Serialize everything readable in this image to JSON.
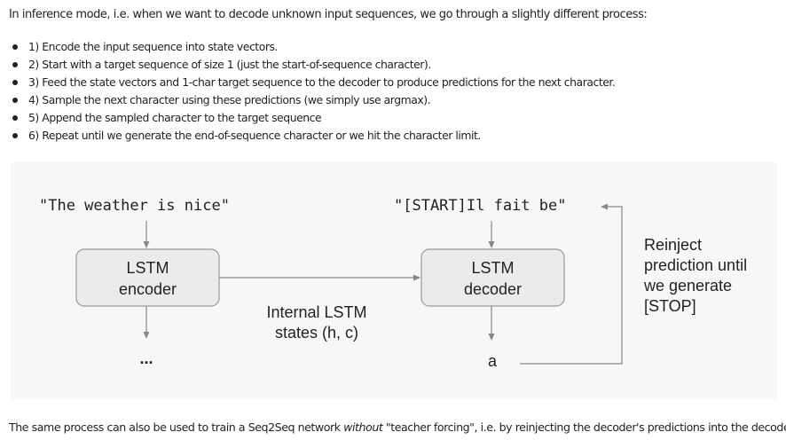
{
  "intro": "In inference mode, i.e. when we want to decode unknown input sequences, we go through a slightly different process:",
  "steps": [
    "1) Encode the input sequence into state vectors.",
    "2) Start with a target sequence of size 1 (just the start-of-sequence character).",
    "3) Feed the state vectors and 1-char target sequence to the decoder to produce predictions for the next character.",
    "4) Sample the next character using these predictions (we simply use argmax).",
    "5) Append the sampled character to the target sequence",
    "6) Repeat until we generate the end-of-sequence character or we hit the character limit."
  ],
  "diagram": {
    "encoder_input": "\"The weather is nice\"",
    "decoder_input": "\"[START]Il fait be\"",
    "encoder_label": [
      "LSTM",
      "encoder"
    ],
    "decoder_label": [
      "LSTM",
      "decoder"
    ],
    "states_label": [
      "Internal LSTM",
      "states (h, c)"
    ],
    "encoder_output": "...",
    "decoder_output": "a",
    "reinject_label": [
      "Reinject",
      "prediction until",
      "we generate",
      "[STOP]"
    ],
    "colors": {
      "box_fill": "#ebebeb",
      "box_stroke": "#999999",
      "line": "#888888"
    }
  },
  "footer": {
    "before": "The same process can also be used to train a Seq2Seq network ",
    "emphasis": "without",
    "after": " \"teacher forcing\", i.e. by reinjecting the decoder's predictions into the decoder."
  }
}
